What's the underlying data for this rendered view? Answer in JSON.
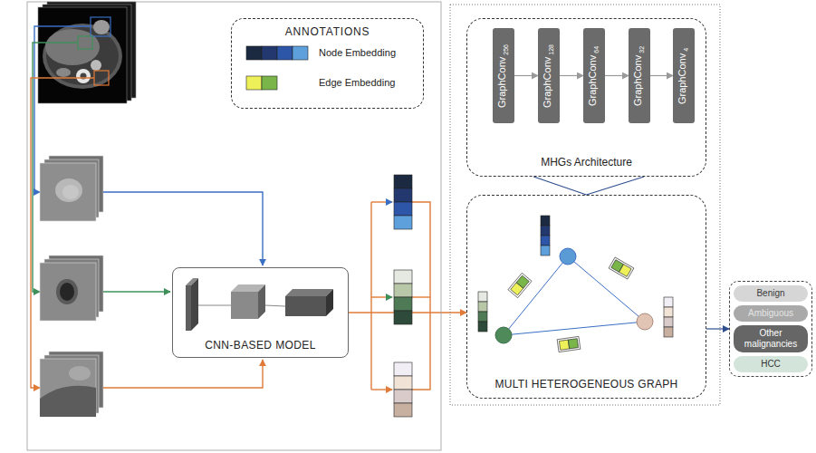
{
  "diagram": {
    "nodes": [
      {
        "text": [
          "ANNOTATIONS"
        ]
      },
      {
        "text": [
          "CNN-BASED MODEL"
        ]
      },
      {
        "text": [
          "MHGs Architecture"
        ]
      },
      {
        "text": [
          "GraphConv",
          "256"
        ],
        "in": 2
      },
      {
        "text": [
          "GraphConv",
          "128"
        ],
        "in": 2
      },
      {
        "text": [
          "GraphConv",
          "64"
        ],
        "in": 2
      },
      {
        "text": [
          "GraphConv",
          "32"
        ],
        "in": 2
      },
      {
        "text": [
          "GraphConv",
          "4"
        ],
        "in": 2
      },
      {
        "text": [
          "MULTI HETEROGENEOUS GRAPH"
        ]
      },
      {
        "text": []
      },
      {
        "text": [
          "Benign"
        ],
        "in": 9
      },
      {
        "text": [
          "Ambiguous"
        ],
        "in": 9
      },
      {
        "text": [
          "Other malignancies"
        ],
        "in": 9
      },
      {
        "text": [
          "HCC"
        ],
        "in": 9
      }
    ],
    "edges": [
      {
        "from": 3,
        "to": 4,
        "arrow": "to"
      },
      {
        "from": 4,
        "to": 5,
        "arrow": "to"
      },
      {
        "from": 5,
        "to": 6,
        "arrow": "to"
      },
      {
        "from": 6,
        "to": 7,
        "arrow": "to"
      },
      {
        "from": 1,
        "to": 8,
        "arrow": "to"
      },
      {
        "from": 2,
        "to": 8,
        "arrow": "none"
      },
      {
        "from": 2,
        "to": 8,
        "arrow": "none"
      },
      {
        "from": 8,
        "to": 9,
        "arrow": "to"
      }
    ],
    "legend": [
      {
        "text": "Node Embedding"
      },
      {
        "text": "Edge Embedding"
      }
    ]
  }
}
